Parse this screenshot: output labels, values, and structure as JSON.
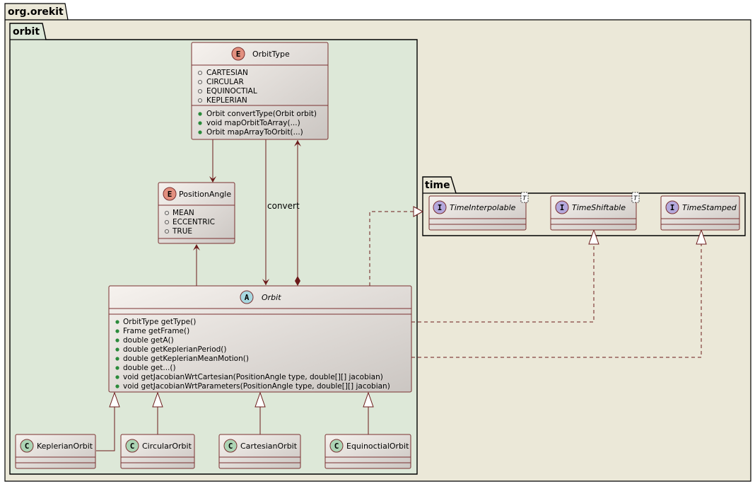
{
  "packages": {
    "root": "org.orekit",
    "orbit": "orbit",
    "time": "time"
  },
  "classes": {
    "orbit_type": {
      "kind": "E",
      "name": "OrbitType",
      "fields": [
        "CARTESIAN",
        "CIRCULAR",
        "EQUINOCTIAL",
        "KEPLERIAN"
      ],
      "methods": [
        "Orbit convertType(Orbit orbit)",
        "void mapOrbitToArray(...)",
        "Orbit mapArrayToOrbit(...)"
      ]
    },
    "position_angle": {
      "kind": "E",
      "name": "PositionAngle",
      "fields": [
        "MEAN",
        "ECCENTRIC",
        "TRUE"
      ]
    },
    "orbit": {
      "kind": "A",
      "name": "Orbit",
      "methods": [
        "OrbitType getType()",
        "Frame getFrame()",
        "double getA()",
        "double getKeplerianPeriod()",
        "double getKeplerianMeanMotion()",
        "double get...()",
        "void getJacobianWrtCartesian(PositionAngle type, double[][] jacobian)",
        "void getJacobianWrtParameters(PositionAngle type, double[][] jacobian)"
      ]
    },
    "keplerian": {
      "kind": "C",
      "name": "KeplerianOrbit"
    },
    "circular": {
      "kind": "C",
      "name": "CircularOrbit"
    },
    "cartesian": {
      "kind": "C",
      "name": "CartesianOrbit"
    },
    "equinoctial": {
      "kind": "C",
      "name": "EquinoctialOrbit"
    },
    "time_interpolable": {
      "kind": "I",
      "name": "TimeInterpolable",
      "generic": "T"
    },
    "time_shiftable": {
      "kind": "I",
      "name": "TimeShiftable",
      "generic": "T"
    },
    "time_stamped": {
      "kind": "I",
      "name": "TimeStamped"
    }
  },
  "relations": {
    "convert_label": "convert"
  },
  "colors": {
    "root_pkg": "#ebe8d8",
    "orbit_pkg": "#dde8d8",
    "class_light": "#f4f0ec",
    "class_dark": "#cdc8c4",
    "border": "#7a3030",
    "edge": "#6b1a1a",
    "enum_badge": "#e2907f",
    "abstract_badge": "#a8d8e0",
    "class_badge": "#acd4b4",
    "interface_badge": "#b4a8dc"
  }
}
